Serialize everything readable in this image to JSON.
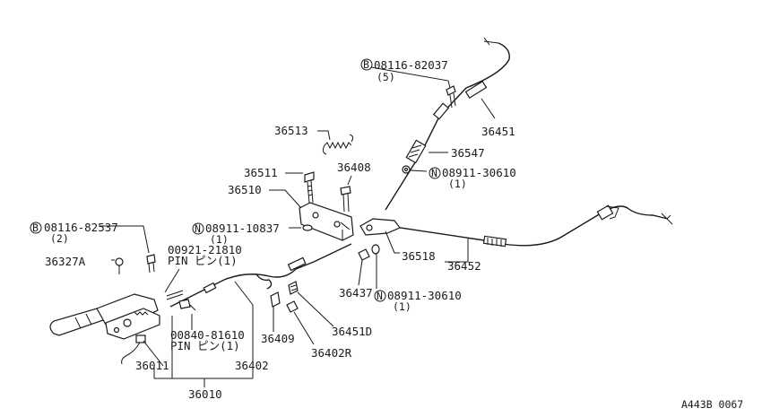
{
  "labels": {
    "p36451": "36451",
    "p36547": "36547",
    "p36513": "36513",
    "p36511": "36511",
    "p36408": "36408",
    "p36510": "36510",
    "p36518": "36518",
    "p36452": "36452",
    "p36327a": "36327A",
    "p36437": "36437",
    "p36451d": "36451D",
    "p36409": "36409",
    "p36402r": "36402R",
    "p36402": "36402",
    "p36011": "36011",
    "p36010": "36010",
    "bolt_top": "08116-82037",
    "bolt_top_qty": "(5)",
    "nut_right_top": "08911-30610",
    "nut_right_top_qty": "(1)",
    "nut_mid": "08911-10837",
    "nut_mid_qty": "(1)",
    "nut_right_bottom": "08911-30610",
    "nut_right_bottom_qty": "(1)",
    "bolt_left": "08116-82537",
    "bolt_left_qty": "(2)",
    "pin_upper": "00921-21810",
    "pin_upper_name": "PIN ピン(1)",
    "pin_lower": "00840-81610",
    "pin_lower_name": "PIN ピン(1)",
    "ref_code": "A443B 0067"
  },
  "symbols": {
    "bolt": "B",
    "nut": "N"
  }
}
